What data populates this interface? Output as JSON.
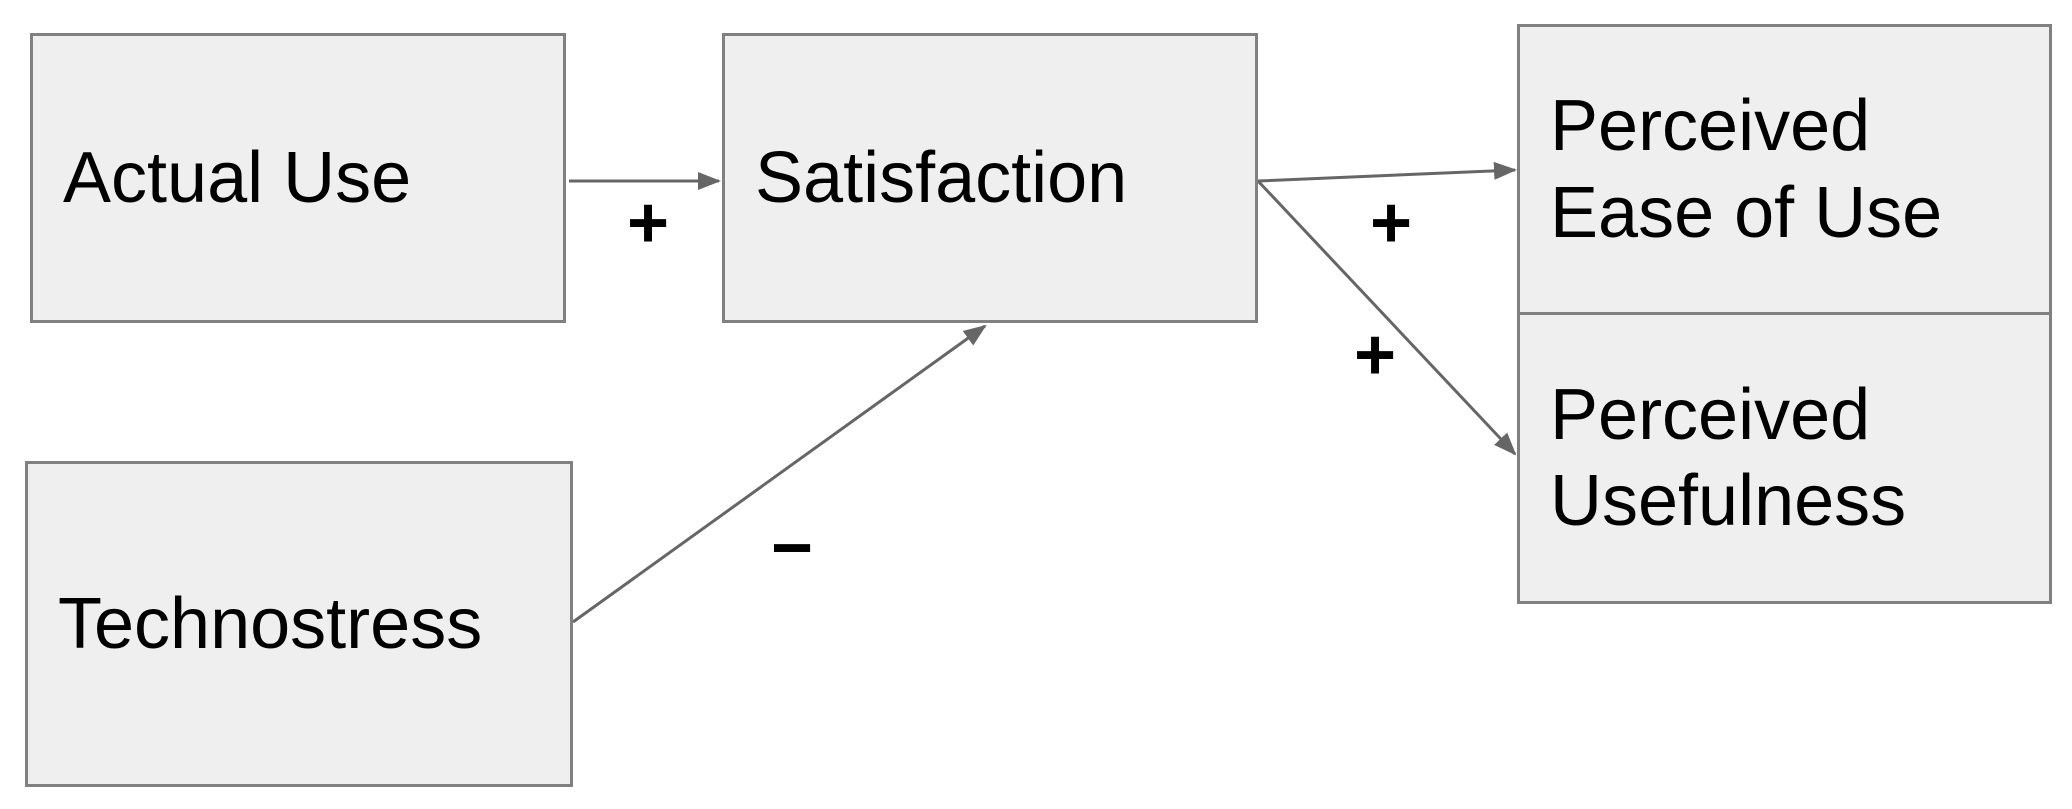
{
  "diagram": {
    "type": "concept-model",
    "colors": {
      "node_fill": "#efefef",
      "node_border": "#808080",
      "arrow": "#666666",
      "text": "#000000"
    },
    "nodes": [
      {
        "id": "actual-use",
        "label": "Actual Use"
      },
      {
        "id": "satisfaction",
        "label": "Satisfaction"
      },
      {
        "id": "technostress",
        "label": "Technostress"
      },
      {
        "id": "perceived-ease-of-use",
        "label": "Perceived\nEase of Use"
      },
      {
        "id": "perceived-usefulness",
        "label": "Perceived\nUsefulness"
      }
    ],
    "edges": [
      {
        "from": "Actual Use",
        "to": "Satisfaction",
        "sign": "+"
      },
      {
        "from": "Technostress",
        "to": "Satisfaction",
        "sign": "−"
      },
      {
        "from": "Satisfaction",
        "to": "Perceived Ease of Use",
        "sign": "+"
      },
      {
        "from": "Satisfaction",
        "to": "Perceived Usefulness",
        "sign": "+"
      }
    ]
  }
}
